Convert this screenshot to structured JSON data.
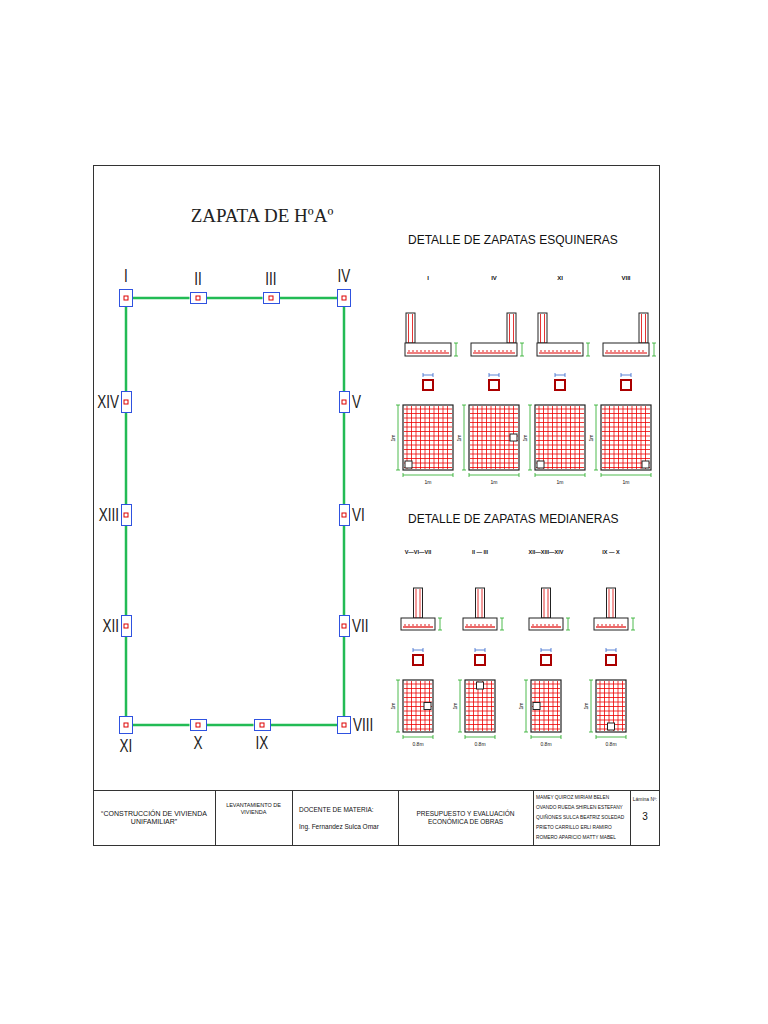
{
  "diagram": {
    "title": "ZAPATA DE HºAº",
    "nodes": [
      {
        "text": [
          "I"
        ]
      },
      {
        "text": [
          "II"
        ]
      },
      {
        "text": [
          "III"
        ]
      },
      {
        "text": [
          "IV"
        ]
      },
      {
        "text": [
          "XIV"
        ]
      },
      {
        "text": [
          "V"
        ]
      },
      {
        "text": [
          "XIII"
        ]
      },
      {
        "text": [
          "VI"
        ]
      },
      {
        "text": [
          "XII"
        ]
      },
      {
        "text": [
          "VII"
        ]
      },
      {
        "text": [
          "XI"
        ]
      },
      {
        "text": [
          "X"
        ]
      },
      {
        "text": [
          "IX"
        ]
      },
      {
        "text": [
          "VIII"
        ]
      },
      {
        "text": [
          "“CONSTRUCCIÓN DE VIVIENDA UNIFAMILIAR”"
        ]
      },
      {
        "text": [
          "LEVANTAMIENTO DE VIVIENDA"
        ]
      },
      {
        "text": [
          "DOCENTE DE MATERIA:",
          "Ing. Fernandez Sulca Omar"
        ]
      },
      {
        "text": [
          "PRESUPUESTO Y EVALUACIÓN ECONÓMICA DE OBRAS"
        ]
      },
      {
        "text": [
          "MAMEY QUIROZ MIRIAM BELEN",
          "OVANDO RUEDA SHIRLEN ESTEFANY",
          "QUIÑONES SULCA BEATRIZ SOLEDAD",
          "PRIETO CARRILLO ERLI RAMIRO",
          "ROMERO APARICIO MATTY MABEL"
        ]
      },
      {
        "text": [
          "Lámina Nº:",
          "3"
        ]
      }
    ],
    "edges": [
      {
        "from": 0,
        "to": 1,
        "arrow": "none"
      },
      {
        "from": 1,
        "to": 2,
        "arrow": "none"
      },
      {
        "from": 2,
        "to": 3,
        "arrow": "none"
      },
      {
        "from": 3,
        "to": 5,
        "arrow": "none"
      },
      {
        "from": 5,
        "to": 7,
        "arrow": "none"
      },
      {
        "from": 7,
        "to": 9,
        "arrow": "none"
      },
      {
        "from": 9,
        "to": 13,
        "arrow": "none"
      },
      {
        "from": 13,
        "to": 12,
        "arrow": "none"
      },
      {
        "from": 12,
        "to": 11,
        "arrow": "none"
      },
      {
        "from": 11,
        "to": 10,
        "arrow": "none"
      },
      {
        "from": 10,
        "to": 8,
        "arrow": "none"
      },
      {
        "from": 8,
        "to": 6,
        "arrow": "none"
      },
      {
        "from": 6,
        "to": 4,
        "arrow": "none"
      },
      {
        "from": 4,
        "to": 0,
        "arrow": "none"
      }
    ],
    "labels": [
      "DETALLE DE ZAPATAS ESQUINERAS",
      "I",
      "IV",
      "XI",
      "VIII",
      "1m",
      "1m",
      "1m",
      "1m",
      "1m",
      "1m",
      "1m",
      "1m",
      "DETALLE DE ZAPATAS MEDIANERAS",
      "V—VI—VII",
      "II — III",
      "XII—XIII—XIV",
      "IX — X",
      "1m",
      "0.8m",
      "1m",
      "0.8m",
      "1m",
      "0.8m",
      "1m",
      "0.8m"
    ]
  }
}
